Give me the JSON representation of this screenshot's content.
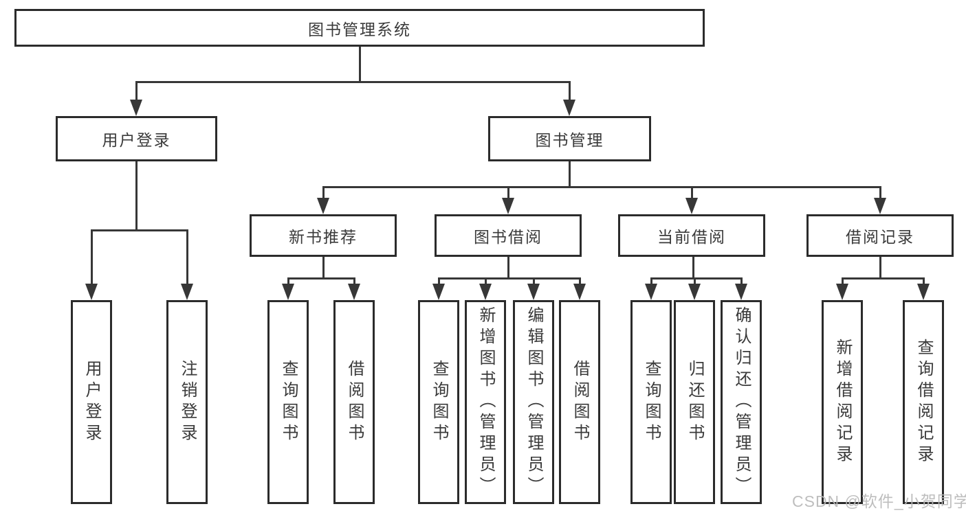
{
  "diagram": {
    "type": "hierarchy-tree",
    "colors": {
      "background": "#ffffff",
      "box_border": "#2b2b2b",
      "connector_line": "#373737",
      "node_text": "#3a3a3a",
      "watermark_text": "#b9b9b9"
    },
    "nodes": {
      "root": {
        "label": "图书管理系统"
      },
      "user_login": {
        "label": "用户登录"
      },
      "book_management": {
        "label": "图书管理"
      },
      "new_book_recommendation": {
        "label": "新书推荐"
      },
      "book_borrowing": {
        "label": "图书借阅"
      },
      "current_borrowing": {
        "label": "当前借阅"
      },
      "borrowing_records": {
        "label": "借阅记录"
      },
      "login": {
        "label": "用户登录"
      },
      "logout": {
        "label": "注销登录"
      },
      "recommend_query_books": {
        "label": "查询图书"
      },
      "recommend_borrow_books": {
        "label": "借阅图书"
      },
      "borrowing_query_books": {
        "label": "查询图书"
      },
      "borrowing_add_books": {
        "label": "新增图书（管理员）"
      },
      "borrowing_edit_books": {
        "label": "编辑图书（管理员）"
      },
      "borrowing_borrow_books": {
        "label": "借阅图书"
      },
      "current_query_books": {
        "label": "查询图书"
      },
      "current_return_books": {
        "label": "归还图书"
      },
      "current_confirm_return": {
        "label": "确认归还（管理员）"
      },
      "records_add_record": {
        "label": "新增借阅记录"
      },
      "records_query_record": {
        "label": "查询借阅记录"
      }
    },
    "hierarchy": {
      "图书管理系统": {
        "用户登录": [
          "用户登录",
          "注销登录"
        ],
        "图书管理": {
          "新书推荐": [
            "查询图书",
            "借阅图书"
          ],
          "图书借阅": [
            "查询图书",
            "新增图书（管理员）",
            "编辑图书（管理员）",
            "借阅图书"
          ],
          "当前借阅": [
            "查询图书",
            "归还图书",
            "确认归还（管理员）"
          ],
          "借阅记录": [
            "新增借阅记录",
            "查询借阅记录"
          ]
        }
      }
    },
    "watermark": "CSDN @软件_小贺同学"
  }
}
